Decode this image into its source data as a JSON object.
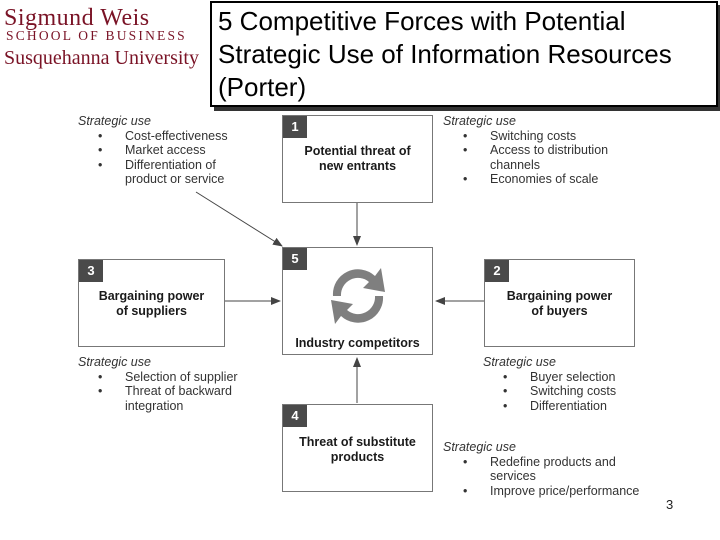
{
  "logo": {
    "line1": "Sigmund Weis",
    "line2": "SCHOOL OF BUSINESS",
    "line3": "Susquehanna University"
  },
  "title": "5 Competitive Forces with Potential\nStrategic Use of Information Resources\n(Porter)",
  "diagram": {
    "forces": [
      {
        "num": "1",
        "label": "Potential threat of\nnew entrants"
      },
      {
        "num": "2",
        "label": "Bargaining power\nof buyers"
      },
      {
        "num": "3",
        "label": "Bargaining power\nof suppliers"
      },
      {
        "num": "4",
        "label": "Threat of substitute\nproducts"
      },
      {
        "num": "5",
        "label": "Industry competitors"
      }
    ],
    "strategic_uses": [
      {
        "heading": "Strategic use",
        "items": [
          "Cost-effectiveness",
          "Market access",
          "Differentiation of\nproduct or service"
        ]
      },
      {
        "heading": "Strategic use",
        "items": [
          "Switching costs",
          "Access to distribution\nchannels",
          "Economies of scale"
        ]
      },
      {
        "heading": "Strategic use",
        "items": [
          "Selection of supplier",
          "Threat of backward\nintegration"
        ]
      },
      {
        "heading": "Strategic use",
        "items": [
          "Buyer selection",
          "Switching costs",
          "Differentiation"
        ]
      },
      {
        "heading": "Strategic use",
        "items": [
          "Redefine products and\nservices",
          "Improve price/performance"
        ]
      }
    ]
  },
  "page_number": "3",
  "colors": {
    "logo": "#7a1326",
    "badge": "#4a4a4a",
    "cycle_arrows": "#7f7f7f"
  }
}
